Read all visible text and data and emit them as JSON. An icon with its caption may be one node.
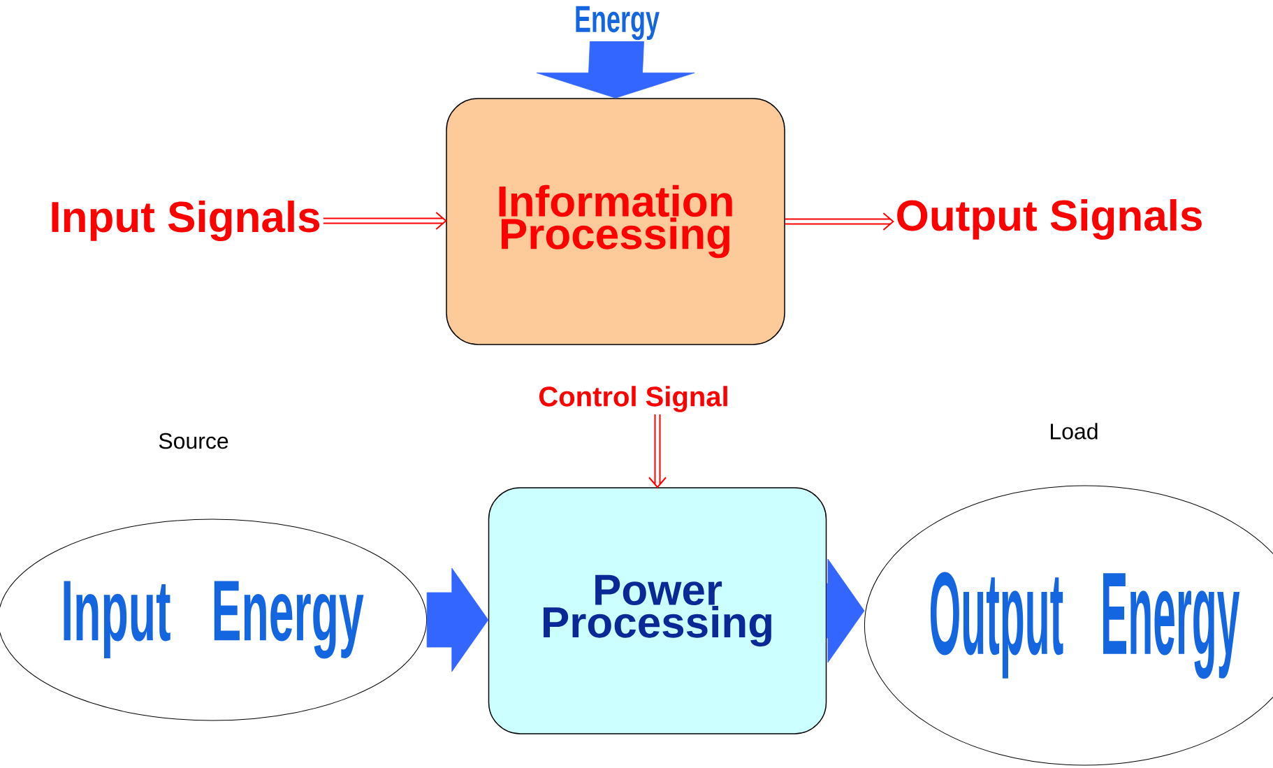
{
  "diagram": {
    "nodes": [
      {
        "text": [
          "Energy"
        ]
      },
      {
        "text": [
          "Information Processing"
        ]
      },
      {
        "text": [
          "Input Signals"
        ]
      },
      {
        "text": [
          "Output Signals"
        ]
      },
      {
        "text": [
          "Control Signal"
        ]
      },
      {
        "text": [
          "Power Processing"
        ]
      },
      {
        "text": [
          "Input Energy"
        ],
        "beside": [
          "Source"
        ]
      },
      {
        "text": [
          "Output Energy"
        ],
        "beside": [
          "Load"
        ]
      }
    ],
    "edges": [
      {
        "from": 0,
        "to": 1,
        "arrow": "to",
        "style": "thick"
      },
      {
        "from": 2,
        "to": 1,
        "arrow": "to",
        "color": "#ff0000"
      },
      {
        "from": 1,
        "to": 3,
        "arrow": "to",
        "color": "#ff0000"
      },
      {
        "from": 4,
        "to": 5,
        "arrow": "to",
        "color": "#ff0000"
      },
      {
        "from": 6,
        "to": 5,
        "arrow": "to",
        "style": "thick"
      },
      {
        "from": 5,
        "to": 7,
        "arrow": "to",
        "style": "thick"
      }
    ]
  }
}
